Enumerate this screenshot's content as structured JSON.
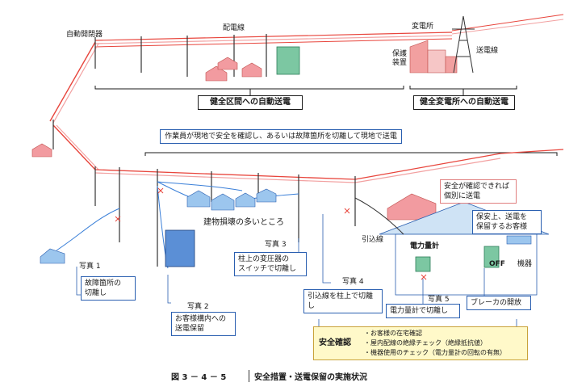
{
  "labels": {
    "auto_switch": "自動開閉器",
    "distribution_line": "配電線",
    "substation": "変電所",
    "transmission_line": "送電線",
    "protection_device": "保護\n装置",
    "healthy_section": "健全区間への自動送電",
    "healthy_substation": "健全変電所への自動送電",
    "worker_confirm": "作業員が現地で安全を確認し、あるいは故障箇所を切離して現地で送電",
    "safe_confirm_individual": "安全が確認できれば\n個別に送電",
    "many_buildings": "建物損壊の多いところ",
    "photo1": "写真 1",
    "fault_isolation": "故障箇所の\n切離し",
    "photo2": "写真 2",
    "customer_premises": "お客様構内への\n送電保留",
    "photo3": "写真 3",
    "pole_transformer": "柱上の変圧器の\nスイッチで切離し",
    "service_line": "引込線",
    "photo4": "写真 4",
    "service_line_isolation": "引込線を柱上で切離し",
    "meter": "電力量計",
    "photo5": "写真 5",
    "meter_isolation": "電力量計で切離し",
    "customer_hold": "保安上、送電を\n保留するお客様",
    "off": "OFF",
    "appliance": "機器",
    "breaker_open": "ブレーカの開放",
    "safety_confirm": "安全確認",
    "checks": "・お客様の在宅確認\n・屋内配線の絶縁チェック（絶縁抵抗値）\n・機器使用のチェック（電力量計の回転の有無）",
    "figure_no": "図 3 － 4 － 5",
    "figure_title": "安全措置・送電保留の実施状況"
  },
  "colors": {
    "line_red": "#e8453c",
    "line_pink": "#f2a0a0",
    "line_blue": "#3a7fd8",
    "house_pink": "#f29ba0",
    "house_blue": "#9cc6ee",
    "box_green": "#7cc7a2",
    "box_blue": "#5b8fd6",
    "bracket": "#1a1a1a",
    "yellow": "#fff9c9"
  }
}
